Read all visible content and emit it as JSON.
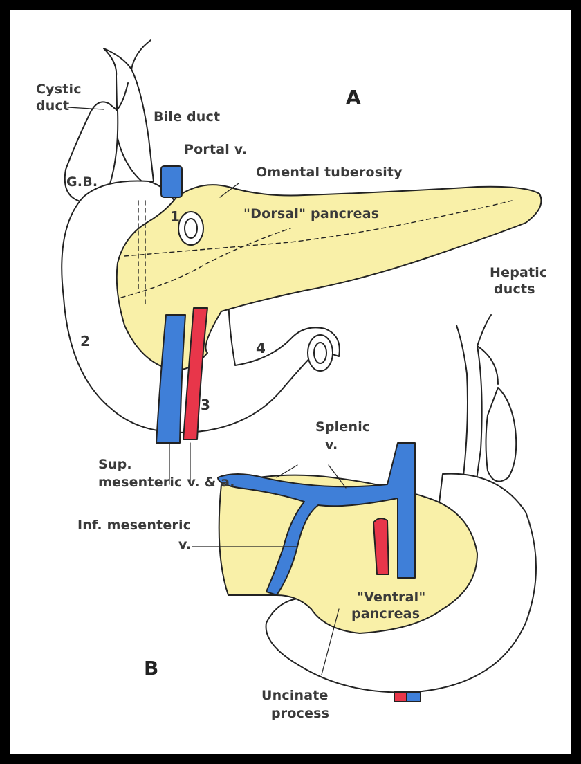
{
  "panels": {
    "a": "A",
    "b": "B"
  },
  "labels": {
    "cystic_duct": [
      "Cystic",
      "duct"
    ],
    "bile_duct": "Bile duct",
    "portal_v": "Portal v.",
    "gb": "G.B.",
    "omental_tuberosity": "Omental tuberosity",
    "dorsal_pancreas": "\"Dorsal\" pancreas",
    "hepatic_ducts": [
      "Hepatic",
      "ducts"
    ],
    "sup_mesenteric": [
      "Sup.",
      "mesenteric v. & a."
    ],
    "splenic_v": [
      "Splenic",
      "v."
    ],
    "inf_mesenteric": [
      "Inf. mesenteric",
      "v."
    ],
    "ventral_pancreas": [
      "\"Ventral\"",
      "pancreas"
    ],
    "uncinate_process": [
      "Uncinate",
      "process"
    ]
  },
  "duodenum_parts": [
    "1",
    "2",
    "3",
    "4"
  ],
  "colors": {
    "pancreas": "#f9f0a8",
    "vein": "#3f7fd8",
    "artery": "#e8364a",
    "outline": "#222222",
    "frame": "#000000"
  }
}
